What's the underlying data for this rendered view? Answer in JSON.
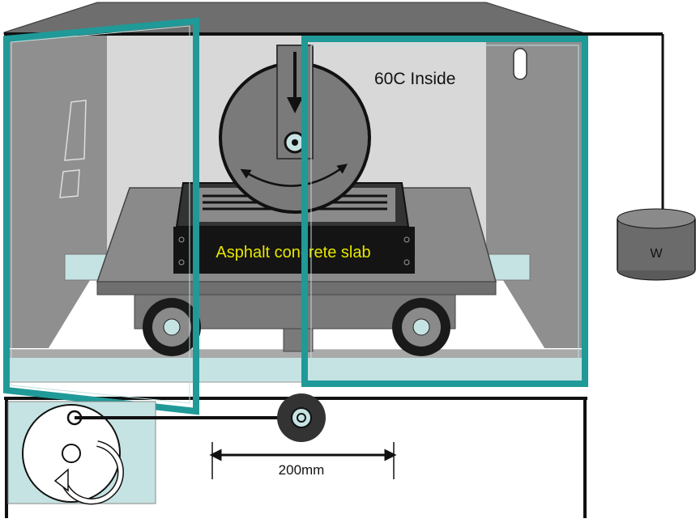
{
  "labels": {
    "temperature": "60C Inside",
    "slab": "Asphalt concrete slab",
    "weight": "W",
    "travel": "200mm"
  },
  "colors": {
    "door_frame": "#1f9a98",
    "chamber_back": "#d8d8d8",
    "chamber_side": "#8f8f8f",
    "chamber_roof": "#6e6e6e",
    "light_blue": "#c6e3e3",
    "slab": "#141414",
    "slab_text": "#e6e600",
    "cart": "#8a8a8a",
    "weight": "#6b6b6b"
  }
}
